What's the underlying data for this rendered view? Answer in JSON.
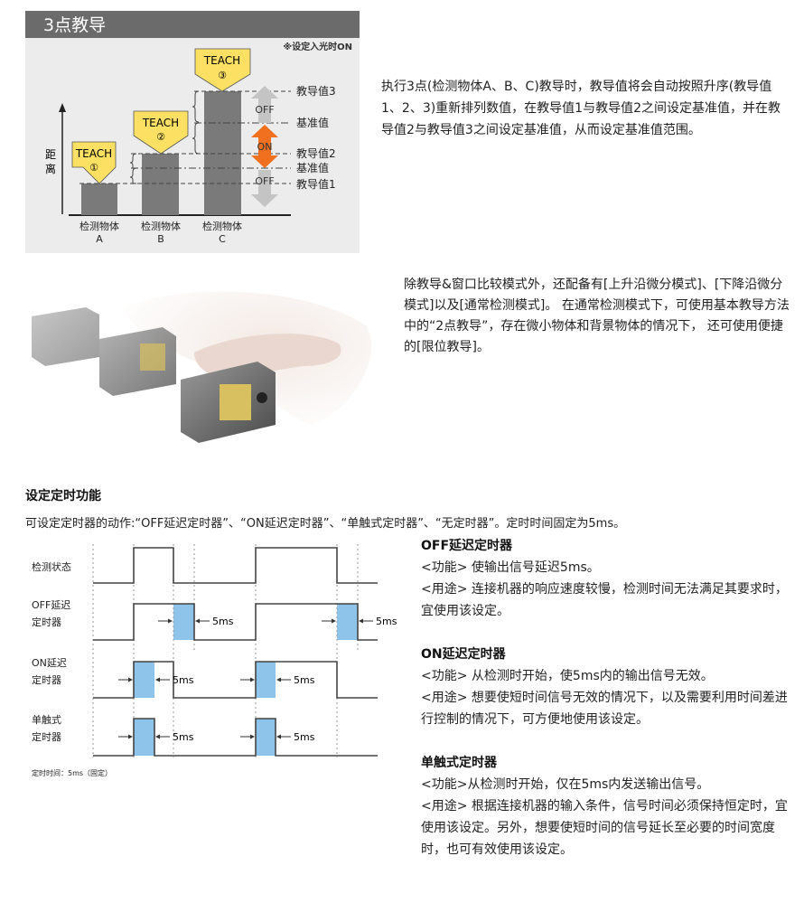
{
  "teach_diagram": {
    "title": "3点教导",
    "note": "※设定入光时ON",
    "axis_label": "距离",
    "teach_label": "TEACH",
    "teach_numbers": [
      "①",
      "②",
      "③"
    ],
    "levels": [
      "教导值3",
      "基准值",
      "教导值2",
      "基准值",
      "教导值1"
    ],
    "off_label": "OFF",
    "on_label": "ON",
    "objects": [
      {
        "name": "检测物体",
        "letter": "A"
      },
      {
        "name": "检测物体",
        "letter": "B"
      },
      {
        "name": "检测物体",
        "letter": "C"
      }
    ],
    "colors": {
      "header": "#6b6b6b",
      "panel": "#ececec",
      "bar": "#7a7a7a",
      "tag": "#fbe063",
      "on_arrow": "#f07020",
      "off_arrow": "#c4c4c4"
    }
  },
  "teach_description": "执行3点(检测物体A、B、C)教导时，教导值将会自动按照升序(教导值1、2、3)重新排列数值，在教导值1与教导值2之间设定基准值，并在教导值2与教导值3之间设定基准值，从而设定基准值范围。",
  "modes_description": "除教导&窗口比较模式外，还配备有[上升沿微分模式]、[下降沿微分模式]以及[通常检测模式]。 在通常检测模式下，可使用基本教导方法中的“2点教导”，存在微小物体和背景物体的情况下， 还可使用便捷的[限位教导]。",
  "timer_section": {
    "heading": "设定定时功能",
    "intro": "可设定定时器的动作:“OFF延迟定时器”、“ON延迟定时器”、“单触式定时器”、“无定时器”。定时时间固定为5ms。",
    "diagram": {
      "rows": [
        {
          "label1": "检测状态",
          "label2": ""
        },
        {
          "label1": "OFF延迟",
          "label2": "定时器"
        },
        {
          "label1": "ON延迟",
          "label2": "定时器"
        },
        {
          "label1": "单触式",
          "label2": "定时器"
        }
      ],
      "delay_label": "5ms",
      "footnote": "定时时间：5ms（固定）",
      "colors": {
        "pulse": "#8ec3ea",
        "line": "#444444"
      }
    },
    "timers": [
      {
        "title": "OFF延迟定时器",
        "function": "<功能> 使输出信号延迟5ms。",
        "usage": "<用途> 连接机器的响应速度较慢，检测时间无法满足其要求时，宜使用该设定。"
      },
      {
        "title": "ON延迟定时器",
        "function": "<功能> 从检测时开始，使5ms内的输出信号无效。",
        "usage": "<用途> 想要使短时间信号无效的情况下，以及需要利用时间差进行控制的情况下，可方便地使用该设定。"
      },
      {
        "title": "单触式定时器",
        "function": "<功能>从检测时开始，仅在5ms内发送输出信号。",
        "usage": "<用途> 根据连接机器的输入条件，信号时间必须保持恒定时，宜使用该设定。另外，想要使短时间的信号延长至必要的时间宽度时，也可有效使用该设定。"
      }
    ]
  }
}
